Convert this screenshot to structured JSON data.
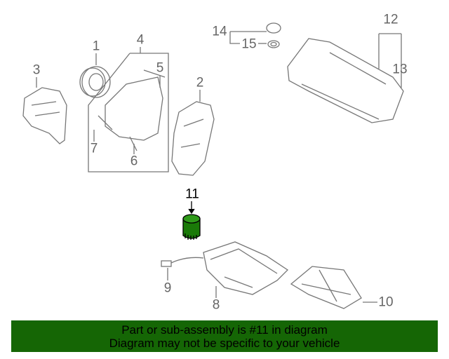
{
  "callouts": {
    "c1": "1",
    "c2": "2",
    "c3": "3",
    "c4": "4",
    "c5": "5",
    "c6": "6",
    "c7": "7",
    "c8": "8",
    "c9": "9",
    "c10": "10",
    "c11": "11",
    "c12": "12",
    "c13": "13",
    "c14": "14",
    "c15": "15"
  },
  "highlight": {
    "part": "11",
    "color": "#1a7a08"
  },
  "banner": {
    "line1": "Part or sub-assembly is #11 in diagram",
    "line2": "Diagram may not be specific to your vehicle",
    "color": "#156605"
  }
}
